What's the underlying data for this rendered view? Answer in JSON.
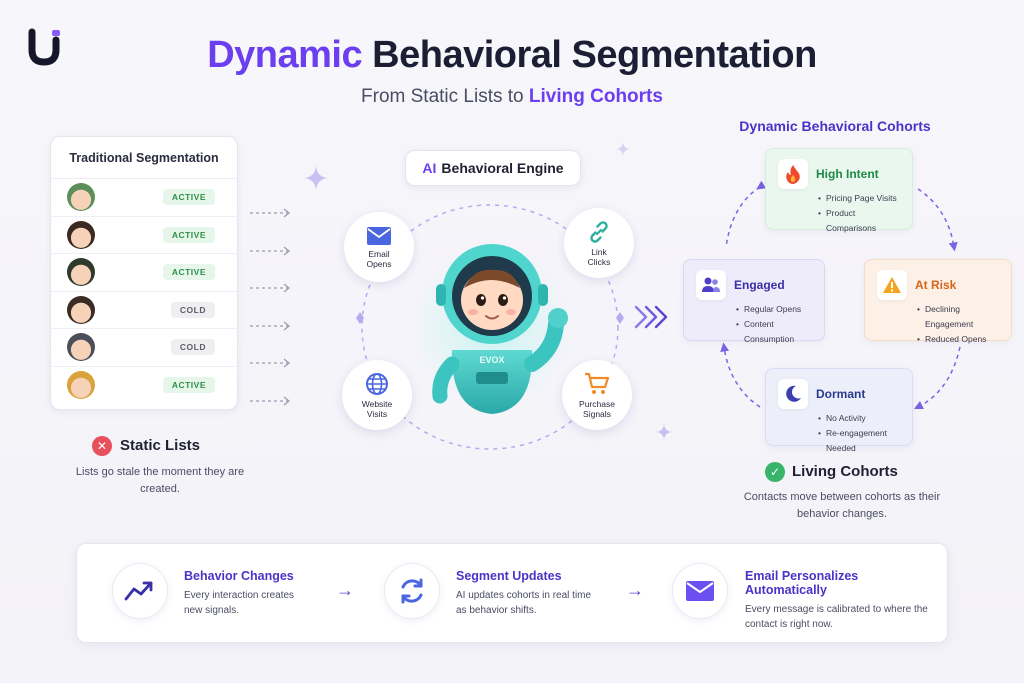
{
  "header": {
    "title_accent": "Dynamic",
    "title_rest": "Behavioral Segmentation",
    "subtitle_plain": "From Static Lists to",
    "subtitle_accent": "Living Cohorts"
  },
  "traditional": {
    "title": "Traditional Segmentation",
    "rows": [
      {
        "status": "ACTIVE",
        "kind": "active",
        "color": "#5d8f5a"
      },
      {
        "status": "ACTIVE",
        "kind": "active",
        "color": "#3b2a22"
      },
      {
        "status": "ACTIVE",
        "kind": "active",
        "color": "#2f3a2c"
      },
      {
        "status": "COLD",
        "kind": "cold",
        "color": "#3a2b25"
      },
      {
        "status": "COLD",
        "kind": "cold",
        "color": "#4b4f5a"
      },
      {
        "status": "ACTIVE",
        "kind": "active",
        "color": "#d9a23a"
      }
    ],
    "footer_title": "Static Lists",
    "footer_desc": "Lists go stale the moment they are created."
  },
  "engine": {
    "label_ai": "AI",
    "label_rest": "Behavioral Engine",
    "mascot_badge": "EVOX",
    "nodes": {
      "email": {
        "label_1": "Email",
        "label_2": "Opens",
        "icon": "envelope-icon"
      },
      "link": {
        "label_1": "Link",
        "label_2": "Clicks",
        "icon": "link-icon"
      },
      "web": {
        "label_1": "Website",
        "label_2": "Visits",
        "icon": "globe-icon"
      },
      "purchase": {
        "label_1": "Purchase",
        "label_2": "Signals",
        "icon": "cart-icon"
      }
    }
  },
  "cohorts": {
    "heading": "Dynamic Behavioral Cohorts",
    "high_intent": {
      "name": "High Intent",
      "items": [
        "Pricing Page Visits",
        "Product Comparisons"
      ],
      "color": "#1f8a46"
    },
    "engaged": {
      "name": "Engaged",
      "items": [
        "Regular Opens",
        "Content Consumption"
      ],
      "color": "#3b2fa8"
    },
    "at_risk": {
      "name": "At Risk",
      "items": [
        "Declining Engagement",
        "Reduced Opens"
      ],
      "color": "#d8641a"
    },
    "dormant": {
      "name": "Dormant",
      "items": [
        "No Activity",
        "Re-engagement Needed"
      ],
      "color": "#2b3b8c"
    },
    "footer_title": "Living Cohorts",
    "footer_desc": "Contacts move between cohorts as their behavior changes."
  },
  "steps": [
    {
      "title": "Behavior Changes",
      "desc_1": "Every interaction creates",
      "desc_2": "new signals.",
      "icon": "trend-up-icon"
    },
    {
      "title": "Segment Updates",
      "desc_1": "AI updates cohorts in real time",
      "desc_2": "as behavior shifts.",
      "icon": "refresh-icon"
    },
    {
      "title": "Email Personalizes Automatically",
      "desc_1": "Every message is calibrated to where the",
      "desc_2": "contact is right now.",
      "icon": "envelope-icon"
    }
  ],
  "colors": {
    "brand": "#6b3ff0",
    "heading_purple": "#4b33c7",
    "active_green": "#2f8f46",
    "danger_red": "#e8505b",
    "success_green": "#38b46b"
  }
}
